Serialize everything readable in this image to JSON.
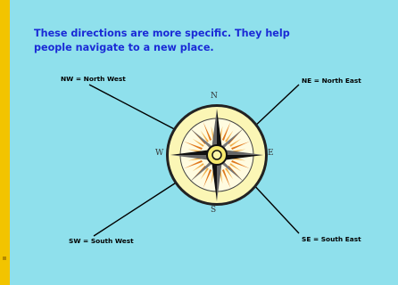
{
  "slide": {
    "title": "These directions are more specific.  They help people navigate to a new place."
  },
  "labels": {
    "nw": "NW = North West",
    "ne": "NE = North East",
    "sw": "SW = South West",
    "se": "SE = South East"
  },
  "compass": {
    "n": "N",
    "s": "S",
    "w": "W",
    "e": "E"
  },
  "colors": {
    "background": "#8fe0ec",
    "title_text": "#1a2ad6",
    "ring": "#fbf6b5",
    "rays": "#e07a1e"
  }
}
